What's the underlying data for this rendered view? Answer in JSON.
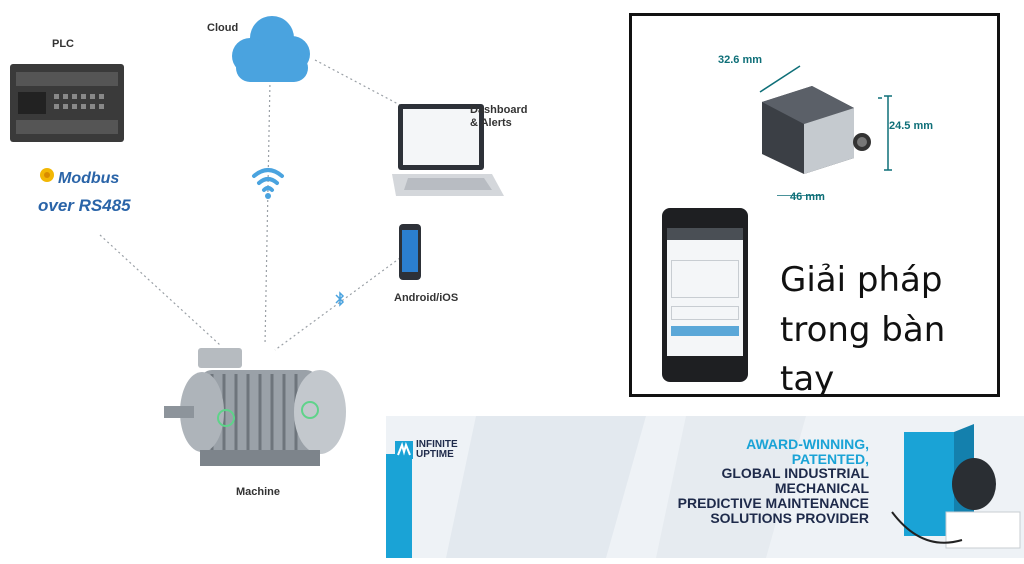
{
  "diagram": {
    "plc_label": "PLC",
    "modbus_line1": "Modbus",
    "modbus_line2": "over RS485",
    "cloud_label": "Cloud",
    "dashboard_label_line1": "Dashboard",
    "dashboard_label_line2": "& Alerts",
    "mobile_label": "Android/iOS",
    "machine_label": "Machine"
  },
  "product_panel": {
    "dim_width": "32.6 mm",
    "dim_height": "24.5 mm",
    "dim_depth": "46 mm",
    "tagline_line1": "Giải pháp",
    "tagline_line2": "trong bàn tay"
  },
  "banner": {
    "logo_line1": "INFINITE",
    "logo_line2": "UPTIME",
    "headline_lines": [
      "AWARD-WINNING,",
      "PATENTED,",
      "GLOBAL INDUSTRIAL",
      "MECHANICAL",
      "PREDICTIVE MAINTENANCE",
      "SOLUTIONS PROVIDER"
    ]
  },
  "colors": {
    "accent_teal": "#0e6f78",
    "cloud_blue": "#4aa3df",
    "banner_bg": "#eef2f6"
  }
}
